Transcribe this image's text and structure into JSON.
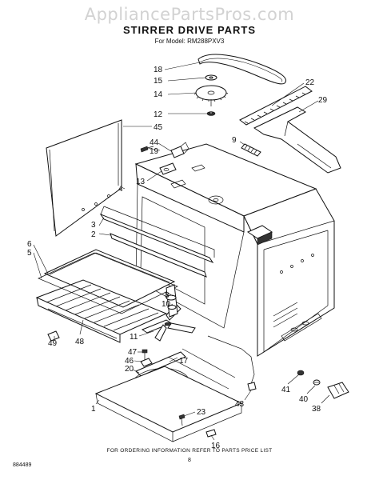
{
  "watermark": "AppliancePartsPros.com",
  "title": "STIRRER DRIVE PARTS",
  "subtitle": "For Model: RM288PXV3",
  "footer_note": "FOR ORDERING INFORMATION REFER TO PARTS PRICE LIST",
  "page_number": "8",
  "figure_code": "884489",
  "callouts": {
    "c1": "1",
    "c2": "2",
    "c3": "3",
    "c4": "4",
    "c5": "5",
    "c6": "6",
    "c8": "8",
    "c9": "9",
    "c10": "10",
    "c11": "11",
    "c12": "12",
    "c13": "13",
    "c14": "14",
    "c15": "15",
    "c16": "16",
    "c17": "17",
    "c18": "18",
    "c19": "19",
    "c20": "20",
    "c22": "22",
    "c23": "23",
    "c29": "29",
    "c38": "38",
    "c40": "40",
    "c41": "41",
    "c43": "43",
    "c44": "44",
    "c45": "45",
    "c46": "46",
    "c47": "47",
    "c48": "48",
    "c49": "49"
  }
}
